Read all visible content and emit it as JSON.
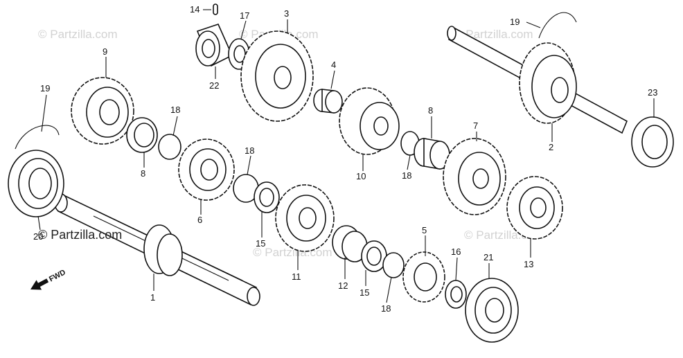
{
  "watermark": {
    "text": "© Partzilla.com",
    "main_text": "© Partzilla.com"
  },
  "direction_label": "FWD",
  "callouts": {
    "p1": "1",
    "p2": "2",
    "p3": "3",
    "p4": "4",
    "p5": "5",
    "p6": "6",
    "p7": "7",
    "p8a": "8",
    "p8b": "8",
    "p9": "9",
    "p10": "10",
    "p11": "11",
    "p12": "12",
    "p13": "13",
    "p14": "14",
    "p15a": "15",
    "p15b": "15",
    "p16": "16",
    "p17": "17",
    "p18a": "18",
    "p18b": "18",
    "p18c": "18",
    "p18d": "18",
    "p19a": "19",
    "p19b": "19",
    "p20": "20",
    "p21": "21",
    "p22": "22",
    "p23": "23"
  }
}
